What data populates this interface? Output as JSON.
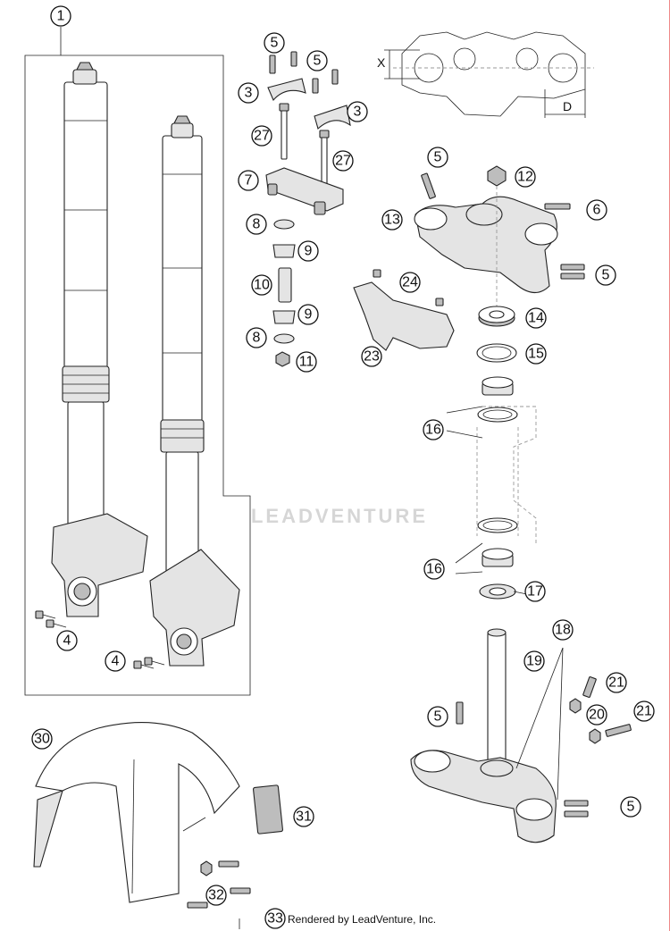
{
  "watermark": "LEADVENTURE",
  "credit": "Rendered by LeadVenture, Inc.",
  "dimension_labels": {
    "x": "X",
    "d": "D"
  },
  "callouts": [
    "1",
    "5",
    "5",
    "3",
    "3",
    "27",
    "27",
    "7",
    "8",
    "9",
    "10",
    "9",
    "8",
    "11",
    "5",
    "12",
    "13",
    "6",
    "5",
    "24",
    "23",
    "14",
    "15",
    "16",
    "16",
    "17",
    "18",
    "19",
    "21",
    "5",
    "20",
    "21",
    "5",
    "4",
    "4",
    "30",
    "31",
    "32",
    "33"
  ],
  "colors": {
    "line": "#222222",
    "fill_light": "#e4e4e4",
    "fill_dark": "#bdbdbd",
    "watermark": "#d6d6d6"
  }
}
